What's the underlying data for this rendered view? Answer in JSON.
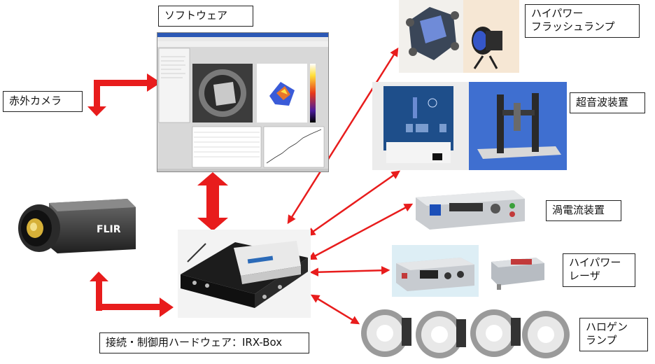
{
  "labels": {
    "software": "ソフトウェア",
    "ir_camera": "赤外カメラ",
    "hardware": "接続・制御用ハードウェア：IRX-Box",
    "flash_line1": "ハイパワー",
    "flash_line2": "フラッシュランプ",
    "ultrasonic": "超音波装置",
    "eddy_current": "渦電流装置",
    "laser_line1": "ハイパワー",
    "laser_line2": "レーザ",
    "halogen_line1": "ハロゲン",
    "halogen_line2": "ランプ"
  },
  "camera": {
    "brand": "FLIR"
  },
  "colors": {
    "arrow": "#e81c1c",
    "label_border": "#222222"
  },
  "icons": [
    "software-screenshot",
    "thermal-camera",
    "control-box",
    "flash-lamp",
    "ultrasonic-device",
    "eddy-current-device",
    "laser-device",
    "halogen-lamp"
  ]
}
